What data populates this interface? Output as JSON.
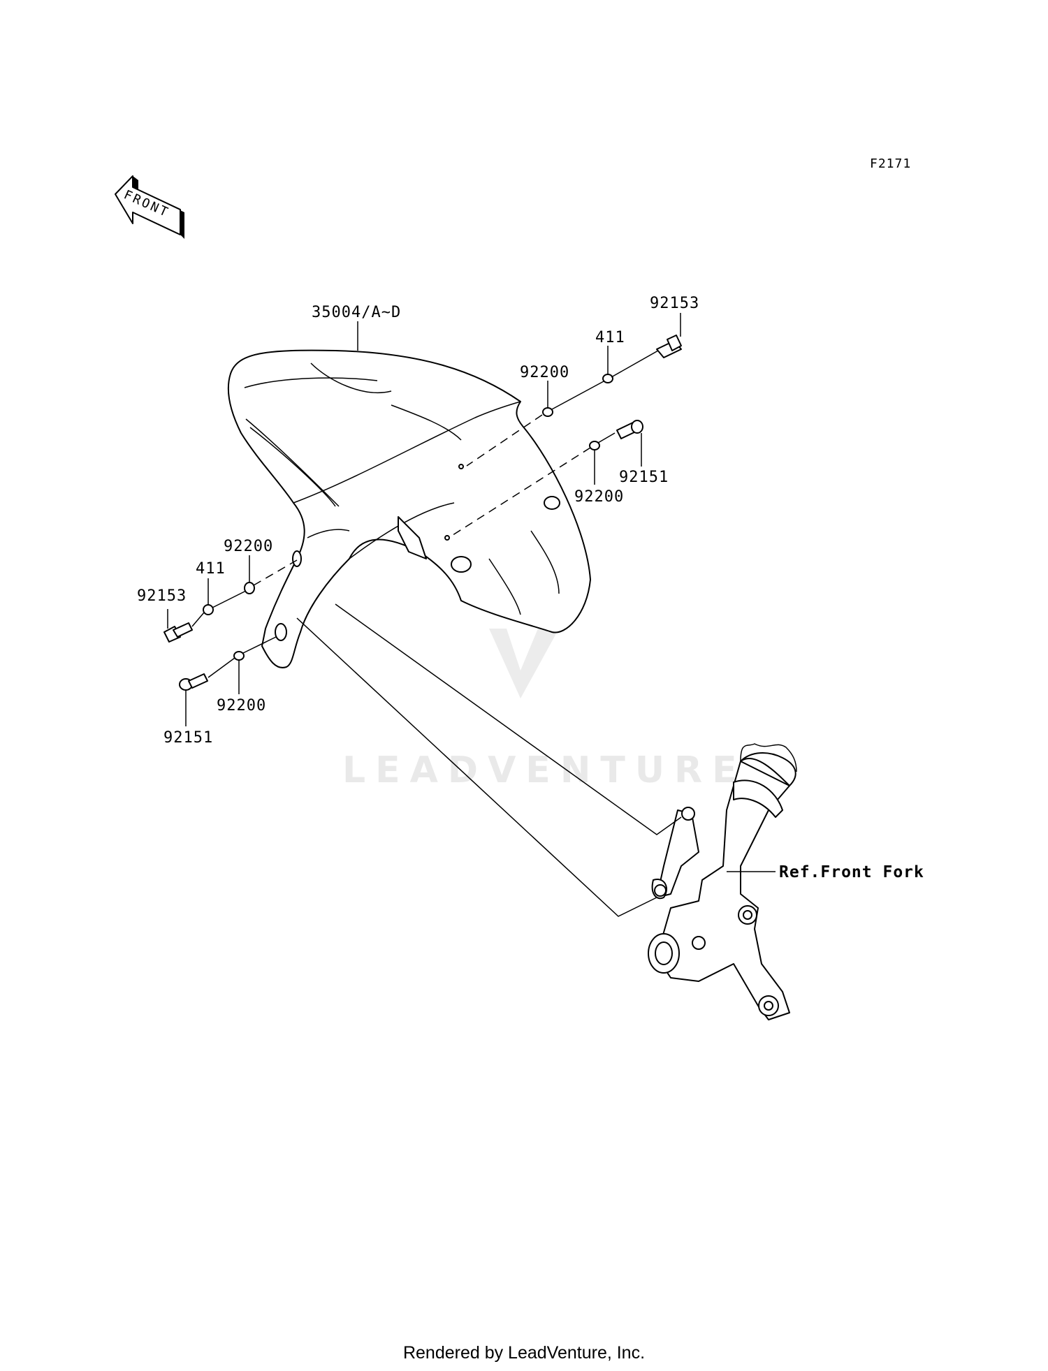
{
  "figure_code": "F2171",
  "front_arrow_text": "FRONT",
  "watermark_text": "LEADVENTURE",
  "footer_text": "Rendered by LeadVenture, Inc.",
  "reference_label": "Ref.Front Fork",
  "callouts": {
    "fender": "35004/A~D",
    "bolt_upper_right": "92153",
    "washer_411_right": "411",
    "washer_92200_right_top": "92200",
    "screw_92151_right": "92151",
    "washer_92200_right_bottom": "92200",
    "washer_92200_left_top": "92200",
    "washer_411_left": "411",
    "bolt_left": "92153",
    "washer_92200_left_bottom": "92200",
    "screw_92151_left": "92151"
  }
}
